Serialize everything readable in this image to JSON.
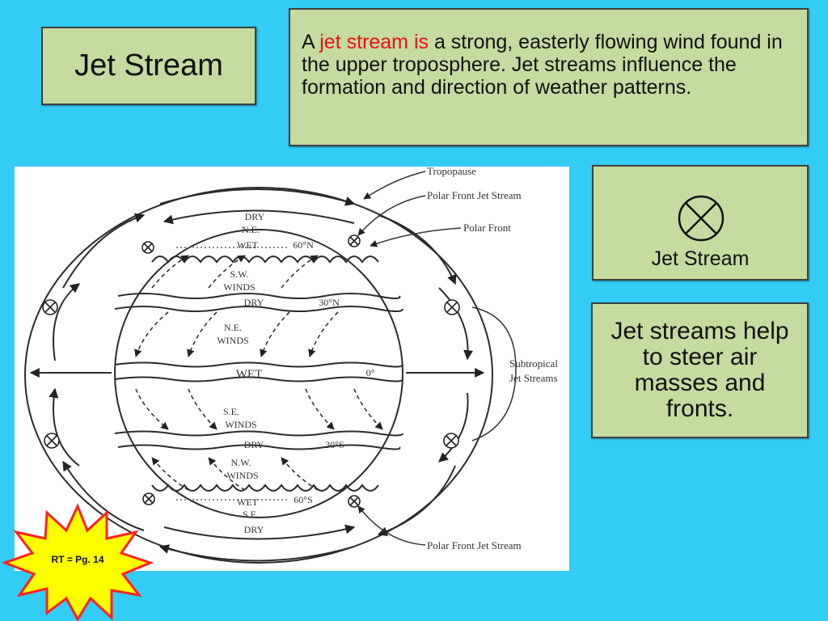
{
  "title": "Jet Stream",
  "definition": {
    "prefix": "A ",
    "highlight": "jet stream is",
    "rest": " a strong, easterly flowing wind found in the upper troposphere.  Jet streams influence the formation and direction of weather patterns."
  },
  "legend": {
    "symbol": "circle-x-icon",
    "label": "Jet Stream"
  },
  "note": "Jet streams help to steer air masses and fronts.",
  "diagram": {
    "callouts": {
      "tropopause": "Tropopause",
      "polar_front_jet_top": "Polar Front Jet Stream",
      "polar_front": "Polar Front",
      "subtropical_line1": "Subtropical",
      "subtropical_line2": "Jet Streams",
      "polar_front_jet_bottom": "Polar Front Jet Stream"
    },
    "zones": {
      "dry_top": "DRY",
      "ne_top": "N.E.",
      "wet_60n": "WET",
      "lat_60n": "60°N",
      "sw_winds_1": "S.W.",
      "sw_winds_2": "WINDS",
      "dry_30n": "DRY",
      "lat_30n": "30°N",
      "ne_winds_1": "N.E.",
      "ne_winds_2": "WINDS",
      "wet_eq": "WET",
      "lat_0": "0°",
      "se_winds_1": "S.E.",
      "se_winds_2": "WINDS",
      "dry_30s": "DRY",
      "lat_30s": "30°S",
      "nw_winds_1": "N.W.",
      "nw_winds_2": "WINDS",
      "wet_60s": "WET",
      "lat_60s": "60°S",
      "se_bottom": "S.E.",
      "dry_bottom": "DRY"
    }
  },
  "badge": "RT = Pg. 14",
  "colors": {
    "background": "#33ccf5",
    "box": "#c5dba0",
    "highlight": "#ee1111",
    "burst": "#ffff00",
    "burst_border": "#ff2222"
  }
}
